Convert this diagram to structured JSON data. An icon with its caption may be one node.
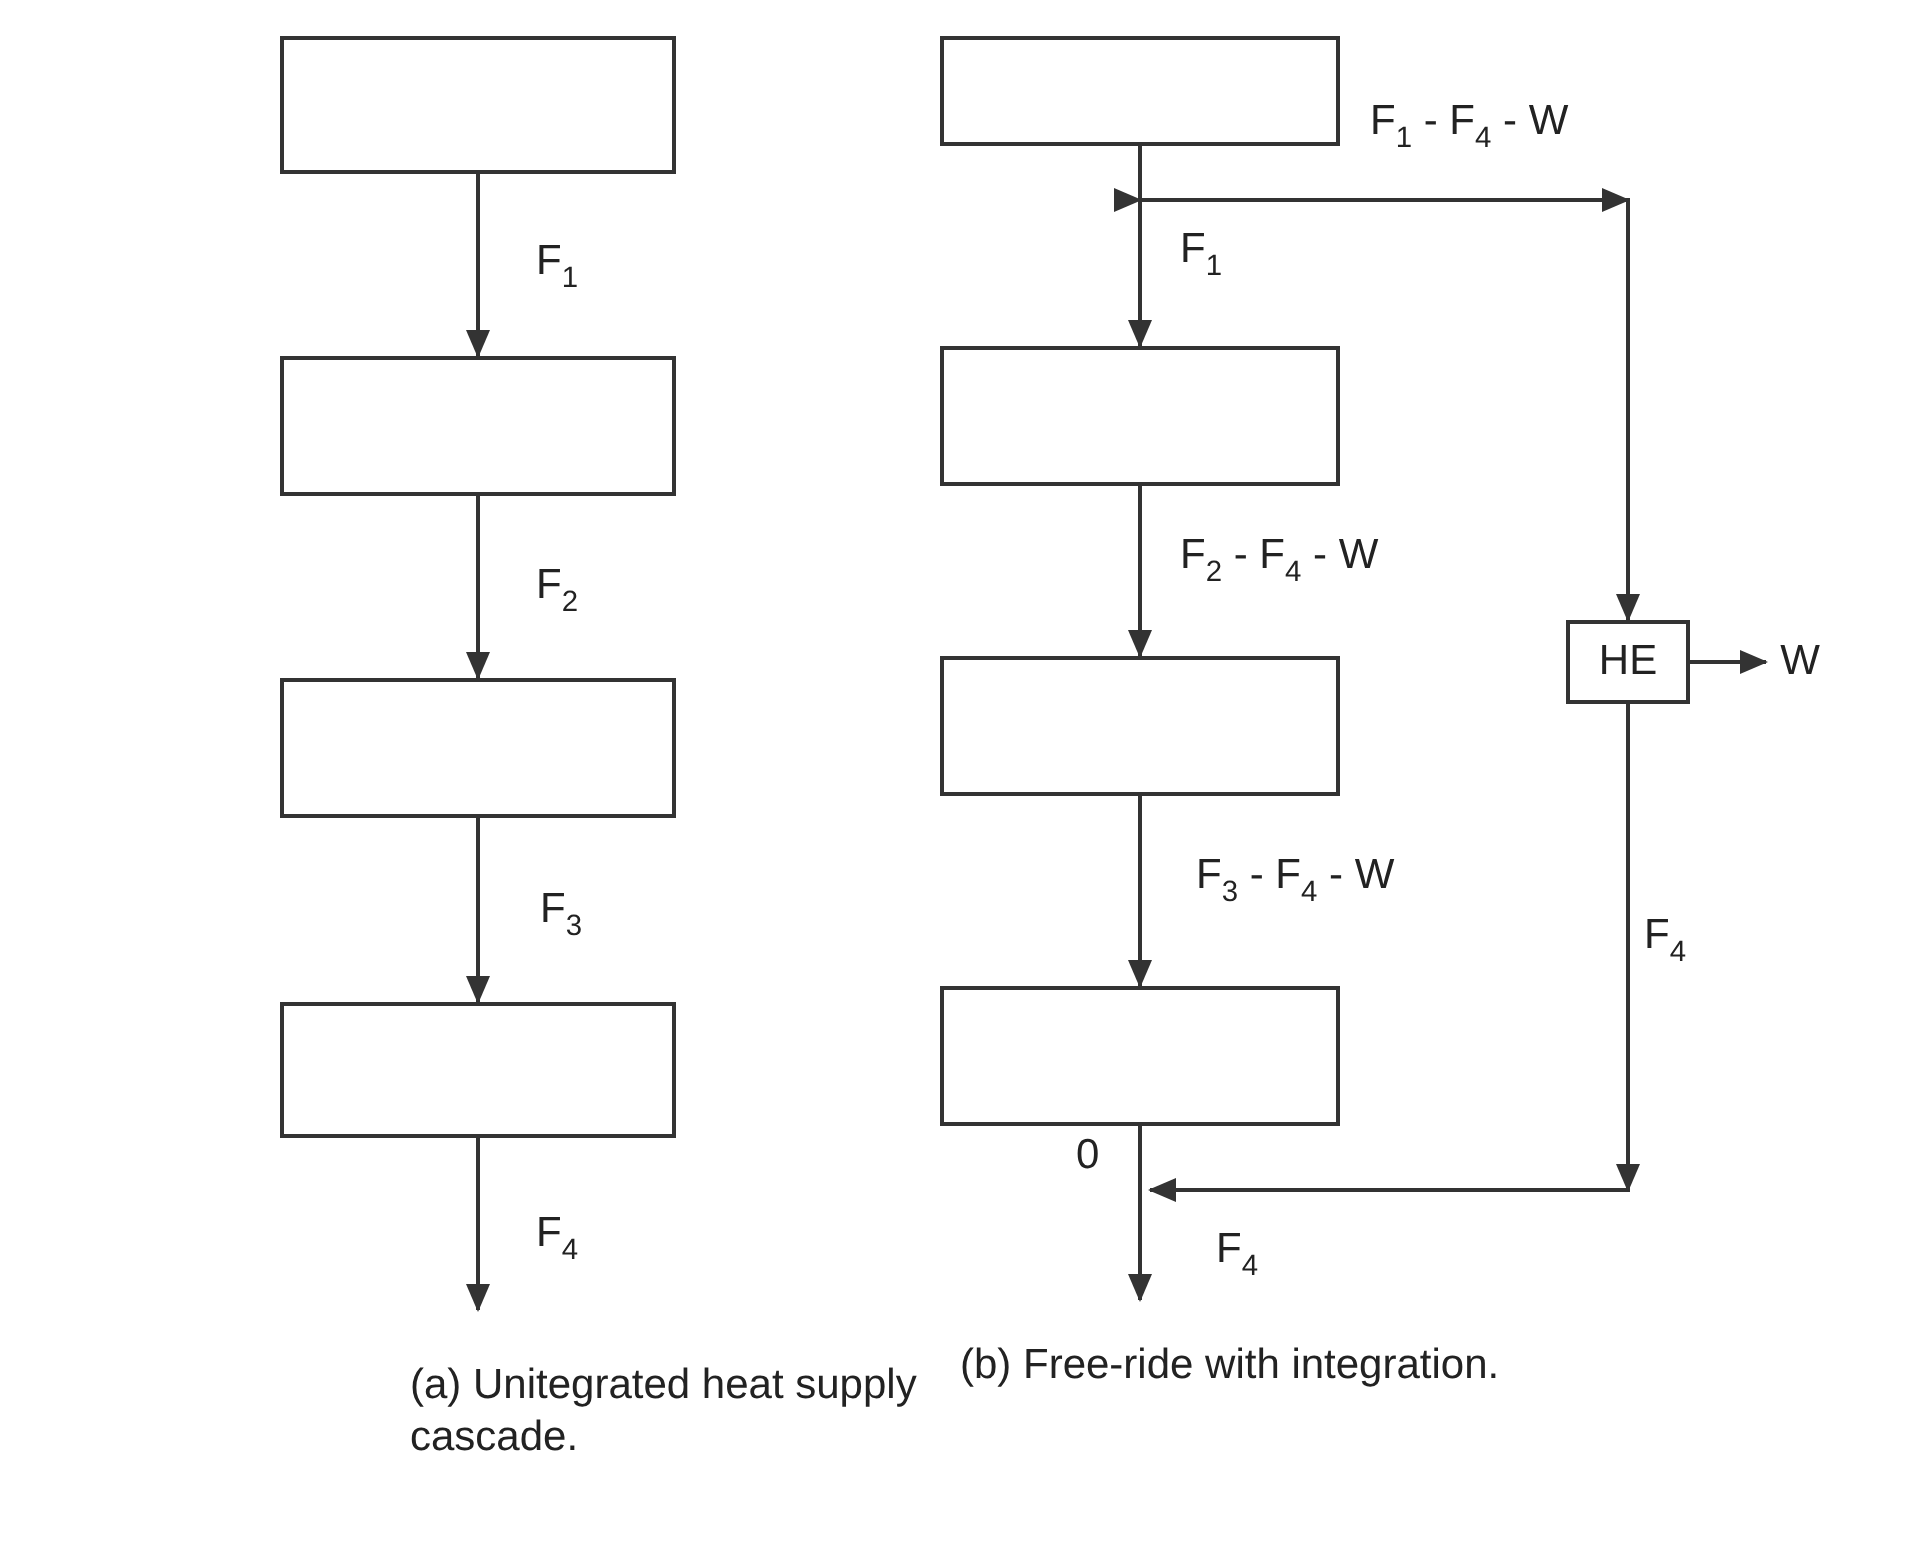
{
  "diagram": {
    "nodes": [
      {
        "text": [],
        "shape": "box"
      },
      {
        "text": [],
        "shape": "box"
      },
      {
        "text": [],
        "shape": "box"
      },
      {
        "text": [],
        "shape": "box"
      },
      {
        "text": [],
        "shape": "box"
      },
      {
        "text": [],
        "shape": "box"
      },
      {
        "text": [],
        "shape": "box"
      },
      {
        "text": [],
        "shape": "box"
      },
      {
        "text": [
          "HE"
        ]
      },
      {
        "text": [
          "W"
        ]
      }
    ],
    "edges": [
      {
        "from": 0,
        "to": 1,
        "arrow": "to",
        "label": "F$_{1}$"
      },
      {
        "from": 1,
        "to": 2,
        "arrow": "to",
        "label": "F$_{2}$"
      },
      {
        "from": 2,
        "to": 3,
        "arrow": "to",
        "label": "F$_{3}$"
      },
      {
        "from": 3,
        "to": null,
        "arrow": "to",
        "label": "F$_{4}$"
      },
      {
        "from": 4,
        "to": 5,
        "arrow": "to",
        "label": "F$_{1}$"
      },
      {
        "from": 4,
        "to": 8,
        "arrow": "to",
        "label": "F$_{1}$ - F$_{4}$ - W"
      },
      {
        "from": 5,
        "to": 6,
        "arrow": "to",
        "label": "F$_{2}$ - F$_{4}$ - W"
      },
      {
        "from": 6,
        "to": 7,
        "arrow": "to",
        "label": "F$_{3}$ - F$_{4}$ - W"
      },
      {
        "from": 8,
        "to": 9,
        "arrow": "to"
      },
      {
        "from": 8,
        "to": null,
        "arrow": "to",
        "label": "F$_{4}$"
      },
      {
        "from": 7,
        "to": null,
        "arrow": "to",
        "label": "0"
      }
    ],
    "labels": [
      "F$_{4}$",
      "(a) Unitegrated heat supply cascade.",
      "(b) Free-ride with integration."
    ]
  }
}
